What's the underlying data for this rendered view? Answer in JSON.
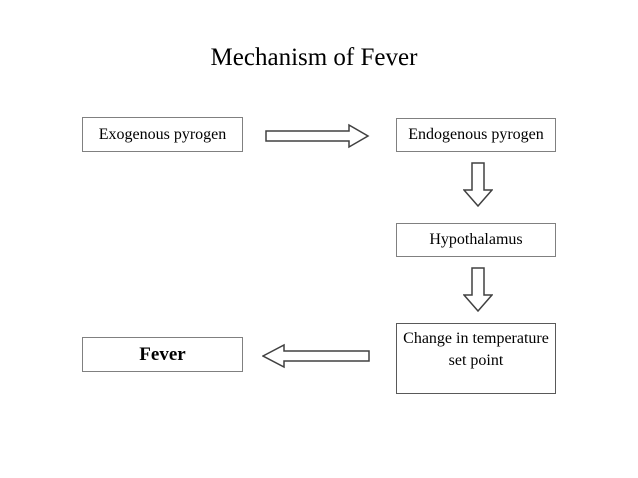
{
  "slide": {
    "title": "Mechanism of Fever"
  },
  "diagram": {
    "boxes": {
      "exogenous": {
        "label": "Exogenous pyrogen"
      },
      "endogenous": {
        "label": "Endogenous pyrogen"
      },
      "hypothalamus": {
        "label": "Hypothalamus"
      },
      "set_point": {
        "line1": "Change in temperature",
        "line2": "set point"
      },
      "fever": {
        "label": "Fever"
      }
    },
    "arrows": [
      {
        "name": "exogenous-to-endogenous",
        "direction": "right"
      },
      {
        "name": "endogenous-to-hypothalamus",
        "direction": "down"
      },
      {
        "name": "hypothalamus-to-set-point",
        "direction": "down"
      },
      {
        "name": "set-point-to-fever",
        "direction": "left"
      }
    ]
  },
  "colors": {
    "background": "#ffffff",
    "text": "#000000",
    "box_border": "#808080",
    "set_point_border": "#595959",
    "arrow_outline": "#404040",
    "arrow_fill": "#ffffff"
  }
}
